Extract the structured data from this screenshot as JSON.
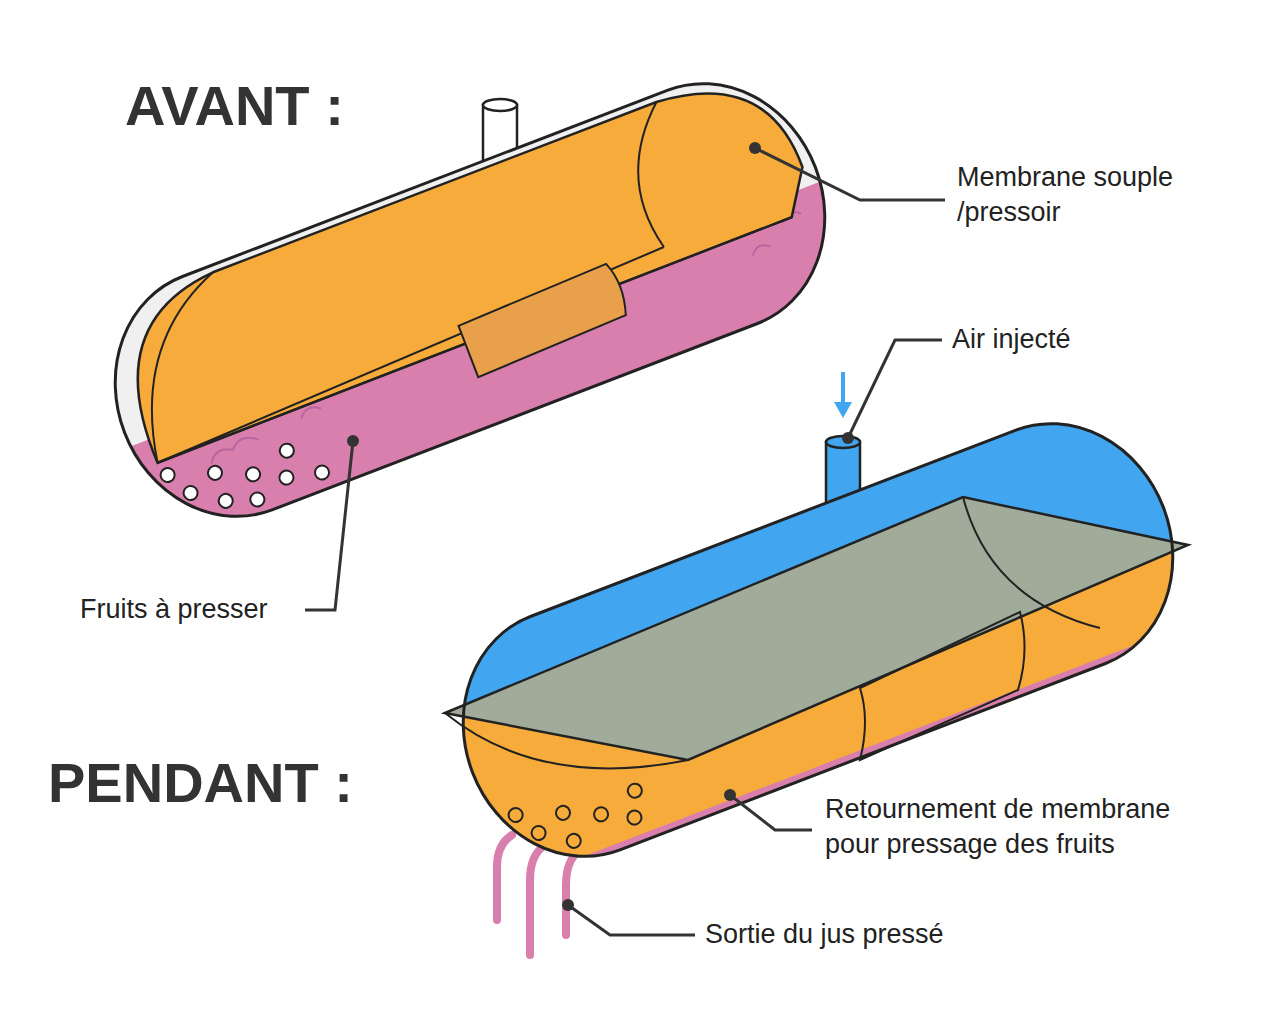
{
  "diagram": {
    "labels": [
      "AVANT :",
      "Membrane souple /pressoir",
      "Fruits à presser",
      "Air injecté",
      "PENDANT :",
      "Retournement de membrane pour pressage des fruits",
      "Sortie du jus pressé"
    ]
  }
}
